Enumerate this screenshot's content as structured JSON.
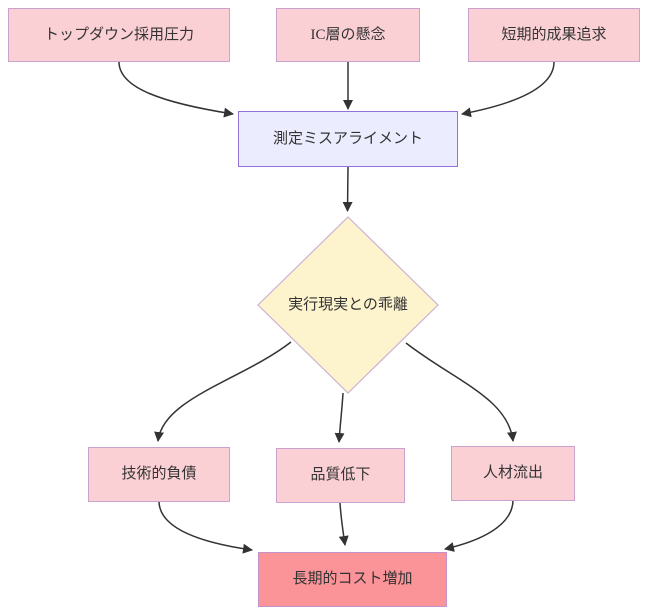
{
  "diagram": {
    "type": "flowchart",
    "direction": "top-down",
    "nodes": [
      {
        "id": "topdown",
        "label": "トップダウン採用圧力",
        "shape": "rect",
        "fill": "#fbd0d5",
        "stroke": "#c9a2cf"
      },
      {
        "id": "ic-concern",
        "label": "IC層の懸念",
        "shape": "rect",
        "fill": "#fbd0d5",
        "stroke": "#c9a2cf"
      },
      {
        "id": "short-term",
        "label": "短期的成果追求",
        "shape": "rect",
        "fill": "#fbd0d5",
        "stroke": "#c9a2cf"
      },
      {
        "id": "misalignment",
        "label": "測定ミスアライメント",
        "shape": "rect",
        "fill": "#ececff",
        "stroke": "#9370db"
      },
      {
        "id": "divergence",
        "label": "実行現実との乖離",
        "shape": "diamond",
        "fill": "#fdf3cd",
        "stroke": "#cbb3d4"
      },
      {
        "id": "tech-debt",
        "label": "技術的負債",
        "shape": "rect",
        "fill": "#fbd0d5",
        "stroke": "#c9a2cf"
      },
      {
        "id": "quality",
        "label": "品質低下",
        "shape": "rect",
        "fill": "#fbd0d5",
        "stroke": "#c9a2cf"
      },
      {
        "id": "attrition",
        "label": "人材流出",
        "shape": "rect",
        "fill": "#fbd0d5",
        "stroke": "#c9a2cf"
      },
      {
        "id": "cost",
        "label": "長期的コスト増加",
        "shape": "rect",
        "fill": "#fa9499",
        "stroke": "#c294c9"
      }
    ],
    "edges": [
      {
        "from": "topdown",
        "to": "misalignment"
      },
      {
        "from": "ic-concern",
        "to": "misalignment"
      },
      {
        "from": "short-term",
        "to": "misalignment"
      },
      {
        "from": "misalignment",
        "to": "divergence"
      },
      {
        "from": "divergence",
        "to": "tech-debt"
      },
      {
        "from": "divergence",
        "to": "quality"
      },
      {
        "from": "divergence",
        "to": "attrition"
      },
      {
        "from": "tech-debt",
        "to": "cost"
      },
      {
        "from": "quality",
        "to": "cost"
      },
      {
        "from": "attrition",
        "to": "cost"
      }
    ],
    "edge_color": "#333333",
    "text_color": "#333333",
    "background": "#ffffff"
  }
}
